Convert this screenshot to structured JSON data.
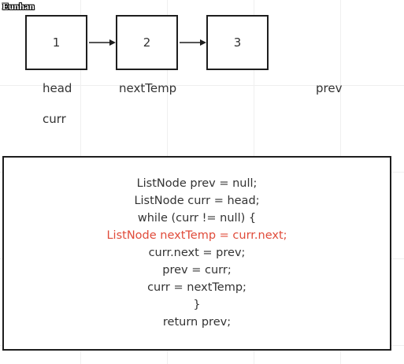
{
  "watermark": "Eunhan",
  "nodes": [
    "1",
    "2",
    "3"
  ],
  "labels": {
    "head": "head",
    "next_temp": "nextTemp",
    "prev": "prev",
    "curr": "curr"
  },
  "code": {
    "lines": [
      "ListNode prev = null;",
      "ListNode curr = head;",
      "while (curr != null) {",
      "ListNode nextTemp = curr.next;",
      "curr.next = prev;",
      "prev = curr;",
      "curr = nextTemp;",
      "}",
      "return prev;"
    ],
    "highlight_color": "#e04b3a"
  }
}
